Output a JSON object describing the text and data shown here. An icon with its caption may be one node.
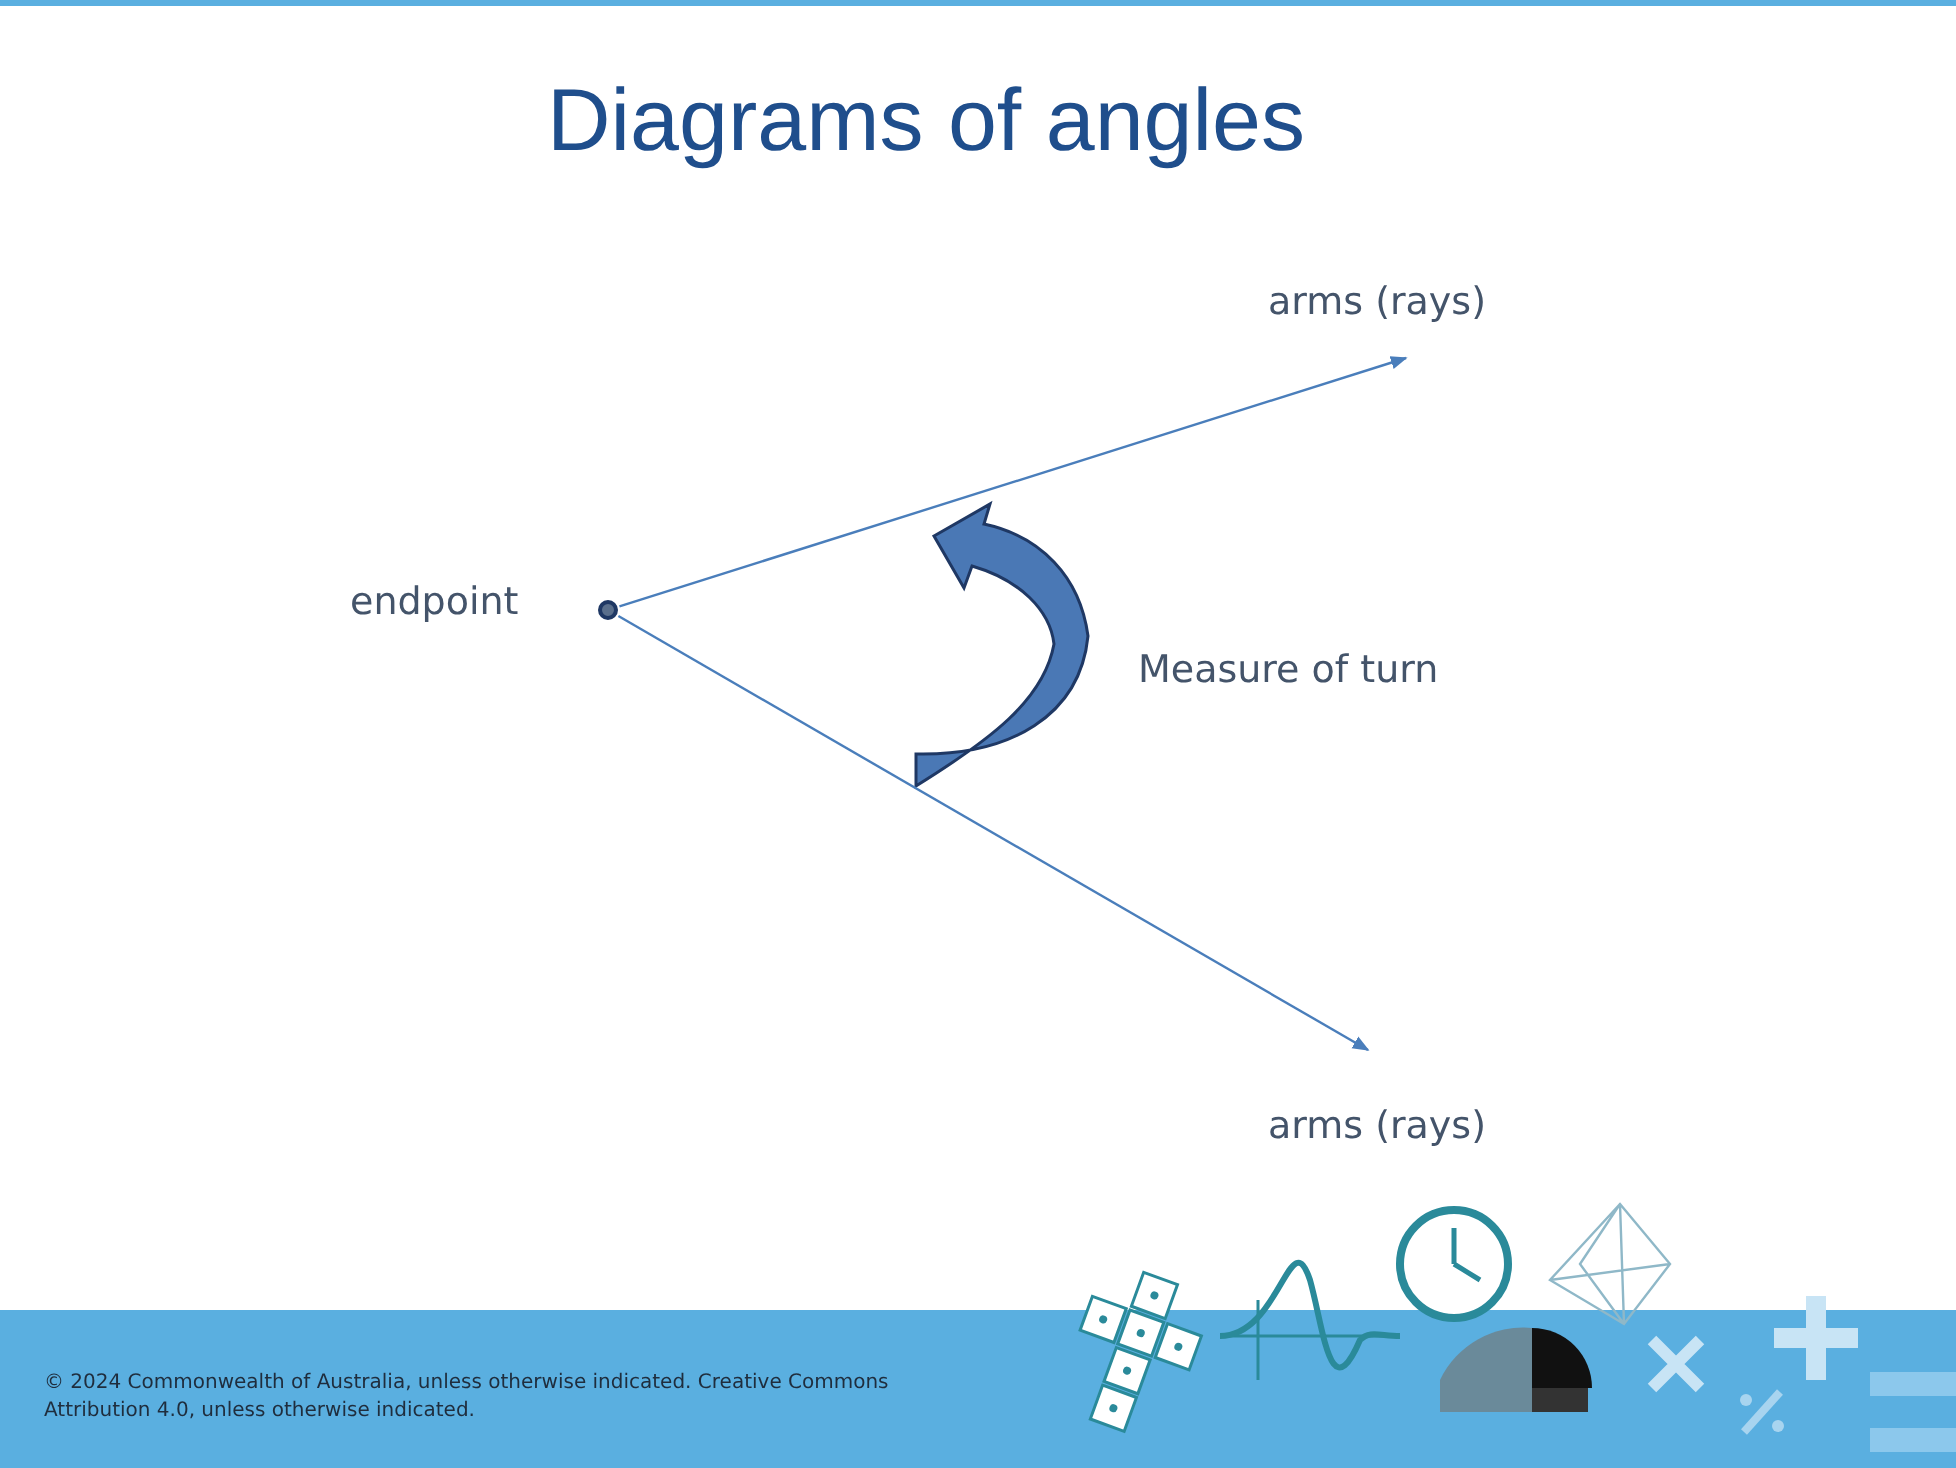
{
  "diagram": {
    "title": "Diagrams of angles",
    "nodes": [
      {
        "text": [
          "arms (rays)"
        ]
      },
      {
        "text": [],
        "shape": "circle",
        "beside": [
          "endpoint"
        ]
      },
      {
        "text": [
          "arms (rays)"
        ]
      }
    ],
    "edges": [
      {
        "from": 1,
        "to": 0,
        "arrow": "to"
      },
      {
        "from": 1,
        "to": 2,
        "arrow": "to"
      }
    ],
    "labels": [
      "Measure of turn",
      "© 2024 Commonwealth of Australia, unless otherwise indicated. Creative Commons Attribution 4.0, unless otherwise indicated."
    ]
  }
}
